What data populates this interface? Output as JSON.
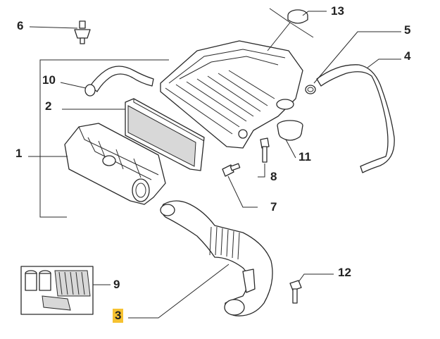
{
  "callouts": [
    {
      "id": "1",
      "label": "1",
      "highlight": false
    },
    {
      "id": "2",
      "label": "2",
      "highlight": false
    },
    {
      "id": "3",
      "label": "3",
      "highlight": true
    },
    {
      "id": "4",
      "label": "4",
      "highlight": false
    },
    {
      "id": "5",
      "label": "5",
      "highlight": false
    },
    {
      "id": "6",
      "label": "6",
      "highlight": false
    },
    {
      "id": "7",
      "label": "7",
      "highlight": false
    },
    {
      "id": "8",
      "label": "8",
      "highlight": false
    },
    {
      "id": "9",
      "label": "9",
      "highlight": false
    },
    {
      "id": "10",
      "label": "10",
      "highlight": false
    },
    {
      "id": "11",
      "label": "11",
      "highlight": false
    },
    {
      "id": "12",
      "label": "12",
      "highlight": false
    },
    {
      "id": "13",
      "label": "13",
      "highlight": false
    }
  ],
  "colors": {
    "highlight": "#f6c231",
    "line": "#2a2a2a",
    "text": "#222222"
  }
}
